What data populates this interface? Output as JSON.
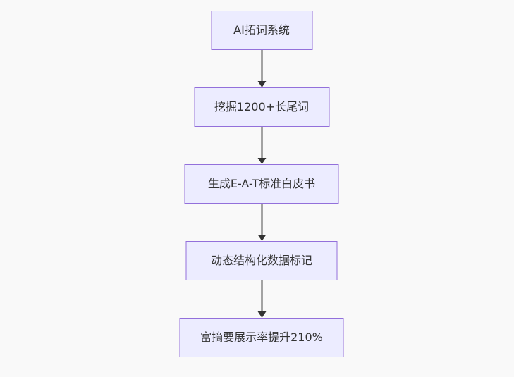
{
  "diagram": {
    "type": "flowchart",
    "direction": "top-down",
    "colors": {
      "background": "#f9f9f9",
      "node_fill": "#ECECFF",
      "node_border": "#9370DB",
      "node_text": "#333333",
      "arrow": "#333333"
    },
    "nodes": [
      {
        "id": "step-1",
        "label": "AI拓词系统"
      },
      {
        "id": "step-2",
        "label": "挖掘1200+长尾词"
      },
      {
        "id": "step-3",
        "label": "生成E-A-T标准白皮书"
      },
      {
        "id": "step-4",
        "label": "动态结构化数据标记"
      },
      {
        "id": "step-5",
        "label": "富摘要展示率提升210%"
      }
    ],
    "edges": [
      {
        "from": "step-1",
        "to": "step-2"
      },
      {
        "from": "step-2",
        "to": "step-3"
      },
      {
        "from": "step-3",
        "to": "step-4"
      },
      {
        "from": "step-4",
        "to": "step-5"
      }
    ]
  }
}
